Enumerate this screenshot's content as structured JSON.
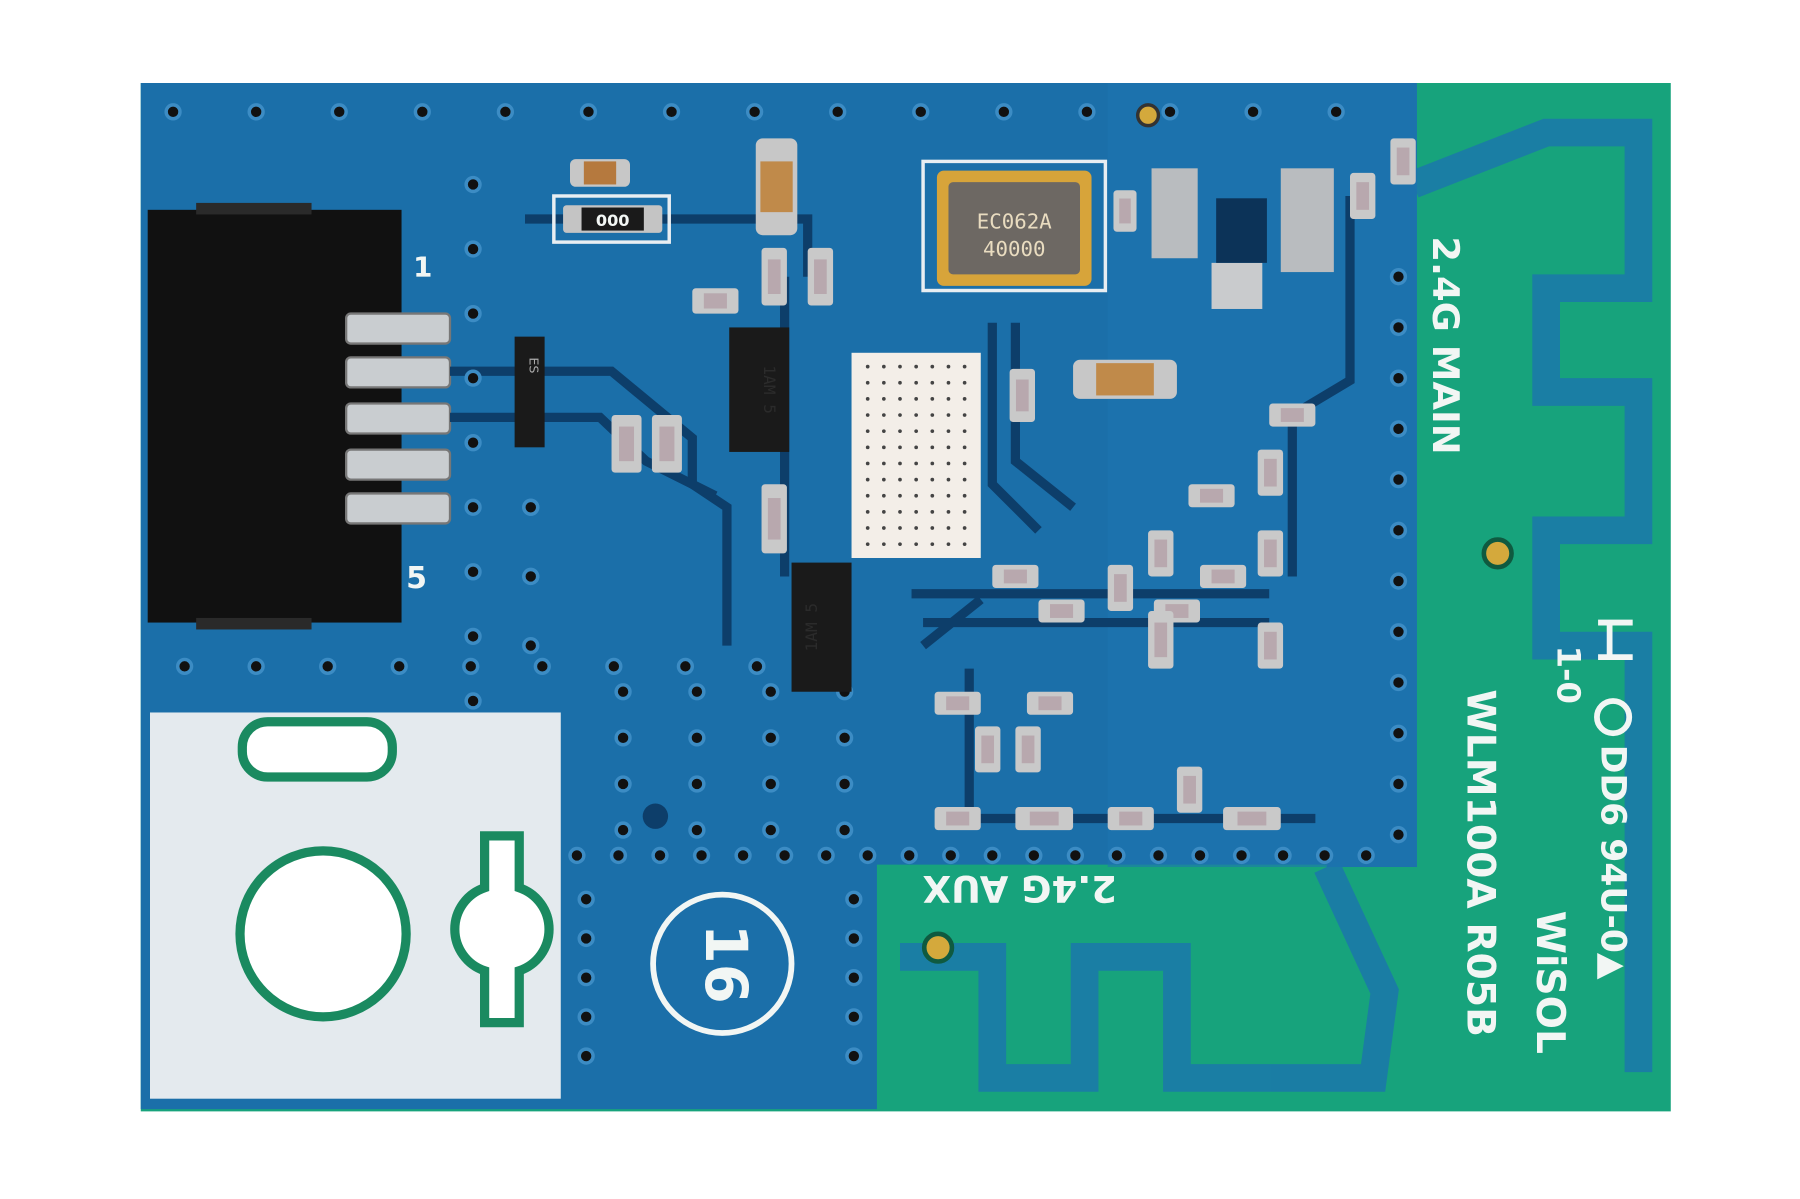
{
  "board": {
    "model": "WLM100A R05B",
    "brand": "WiSOL",
    "cert": "DD6 94U-0▲",
    "date_code": "1-0",
    "antenna_main": "2.4G MAIN",
    "antenna_aux": "2.4G AUX",
    "board_number": "16",
    "pin1": "1",
    "pin5": "5",
    "crystal_line1": "EC062A",
    "crystal_line2": "40000",
    "resistor_code": "000",
    "transistor_a": "1AM 5",
    "transistor_b": "1AM 5",
    "diode_mark": "ES",
    "colors": {
      "solder_mask_blue": "#1a6fa8",
      "substrate_green": "#17a37c",
      "silkscreen": "#f2f6f4",
      "connector": "#111111"
    }
  }
}
